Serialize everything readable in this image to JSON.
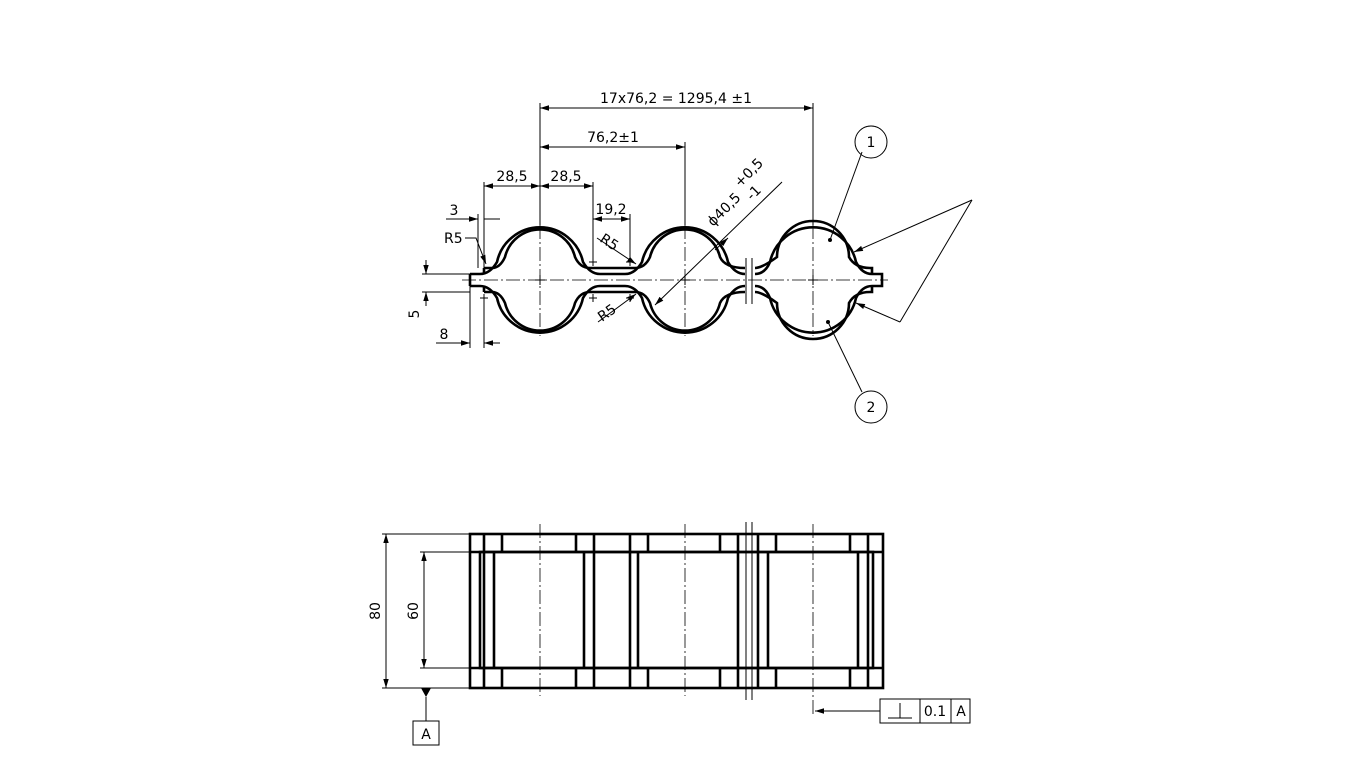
{
  "dimensions": {
    "pitch_total": "17x76,2 = 1295,4 ±1",
    "pitch": "76,2±1",
    "half_pitch_left": "28,5",
    "half_pitch_right": "28,5",
    "flat_length": "19,2",
    "flange_thickness": "3",
    "radius_top_left": "R5",
    "radius_top_mid": "R5",
    "radius_bottom_mid": "R5",
    "diameter": "ϕ40,5",
    "diameter_tol_upper": "+0,5",
    "diameter_tol_lower": "-1",
    "offset_vertical": "5",
    "offset_horizontal": "8",
    "height_outer": "80",
    "height_inner": "60"
  },
  "balloons": {
    "part1": "1",
    "part2": "2"
  },
  "tolerance_frame": {
    "symbol": "perpendicularity",
    "value": "0.1",
    "datum": "A"
  },
  "datum_label": "A"
}
